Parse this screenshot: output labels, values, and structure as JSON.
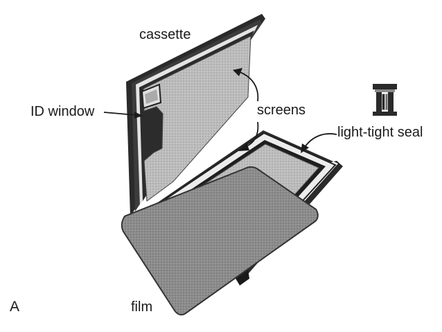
{
  "labels": {
    "cassette": "cassette",
    "id_window": "ID window",
    "screens": "screens",
    "light_tight_seal": "light-tight seal",
    "film": "film",
    "panel_letter": "A"
  },
  "colors": {
    "ink": "#1a1a1a",
    "frame": "#262626",
    "screen": "#bcbcbc",
    "film": "#8a8a8a",
    "background": "#ffffff"
  }
}
